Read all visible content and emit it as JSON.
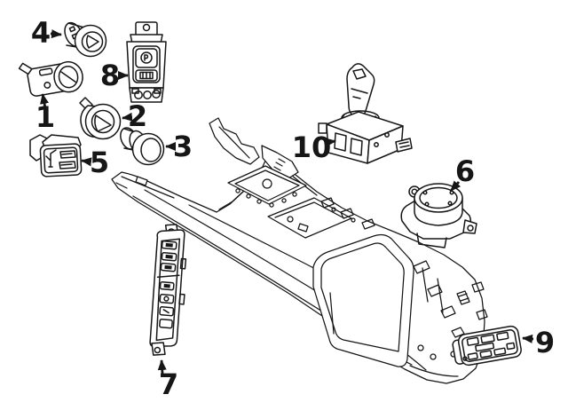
{
  "diagram": {
    "background_color": "#ffffff",
    "line_color": "#161616",
    "description_texts": {},
    "callouts": [
      {
        "label": "1"
      },
      {
        "label": "2"
      },
      {
        "label": "3"
      },
      {
        "label": "4"
      },
      {
        "label": "5"
      },
      {
        "label": "6"
      },
      {
        "label": "7"
      },
      {
        "label": "8"
      },
      {
        "label": "9"
      },
      {
        "label": "10"
      }
    ]
  }
}
